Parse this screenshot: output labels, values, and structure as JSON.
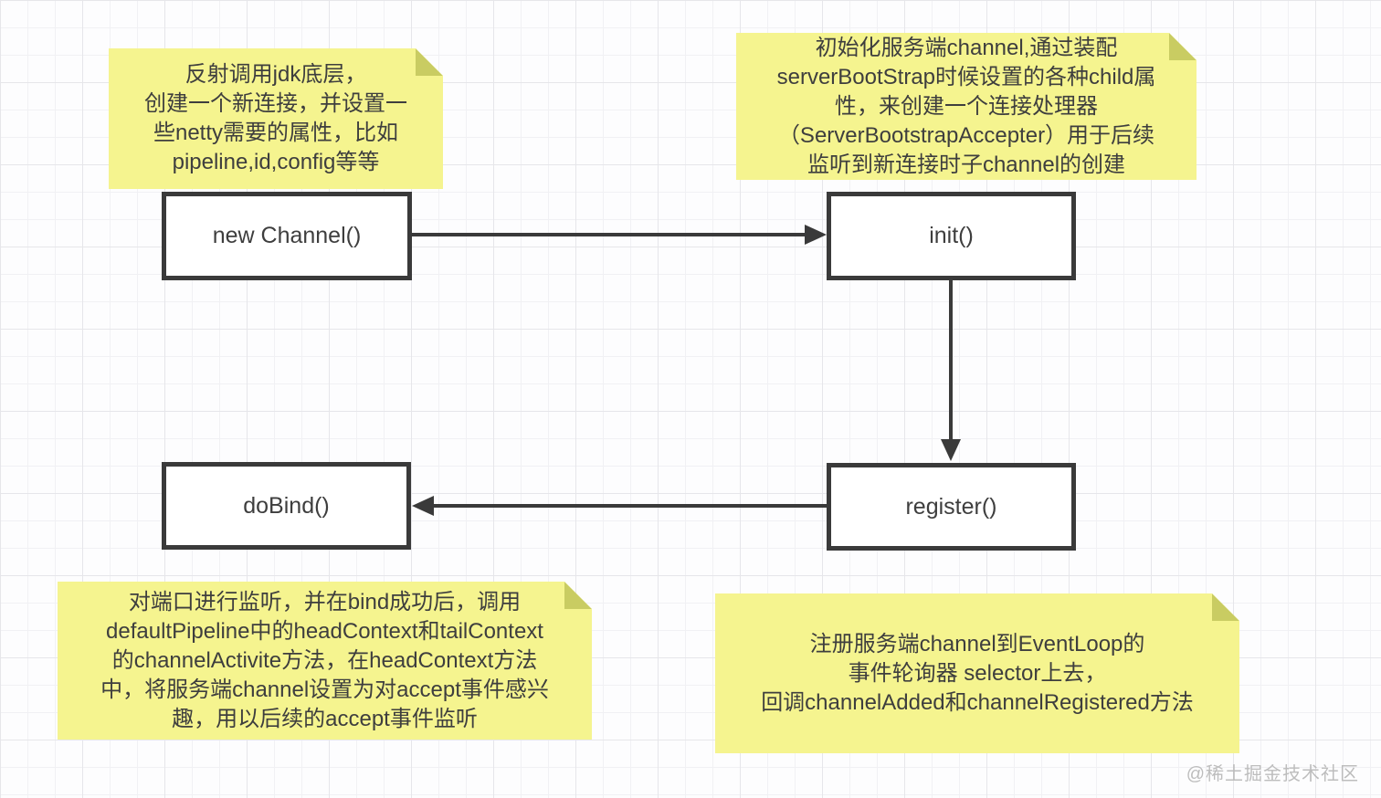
{
  "diagram": {
    "notes": [
      {
        "id": "note-new-channel",
        "text": "反射调用jdk底层，\n创建一个新连接，并设置一\n些netty需要的属性，比如\npipeline,id,config等等"
      },
      {
        "id": "note-init",
        "text": "初始化服务端channel,通过装配\nserverBootStrap时候设置的各种child属\n性，来创建一个连接处理器\n（ServerBootstrapAccepter）用于后续\n监听到新连接时子channel的创建"
      },
      {
        "id": "note-dobind",
        "text": "对端口进行监听，并在bind成功后，调用\ndefaultPipeline中的headContext和tailContext\n的channelActivite方法，在headContext方法\n中，将服务端channel设置为对accept事件感兴\n趣，用以后续的accept事件监听"
      },
      {
        "id": "note-register",
        "text": "注册服务端channel到EventLoop的\n事件轮询器 selector上去，\n回调channelAdded和channelRegistered方法"
      }
    ],
    "boxes": [
      {
        "id": "box-new-channel",
        "label": "new Channel()"
      },
      {
        "id": "box-init",
        "label": "init()"
      },
      {
        "id": "box-register",
        "label": "register()"
      },
      {
        "id": "box-dobind",
        "label": "doBind()"
      }
    ],
    "arrows": [
      {
        "from": "new Channel()",
        "to": "init()",
        "direction": "right"
      },
      {
        "from": "init()",
        "to": "register()",
        "direction": "down"
      },
      {
        "from": "register()",
        "to": "doBind()",
        "direction": "left"
      }
    ],
    "watermark": "@稀土掘金技术社区",
    "colors": {
      "note_bg": "#f5f48f",
      "note_fold": "#c9cc62",
      "box_border": "#3a3a3a",
      "arrow": "#3a3a3a",
      "text": "#3e3e3e",
      "watermark": "#bdbdbd"
    }
  }
}
